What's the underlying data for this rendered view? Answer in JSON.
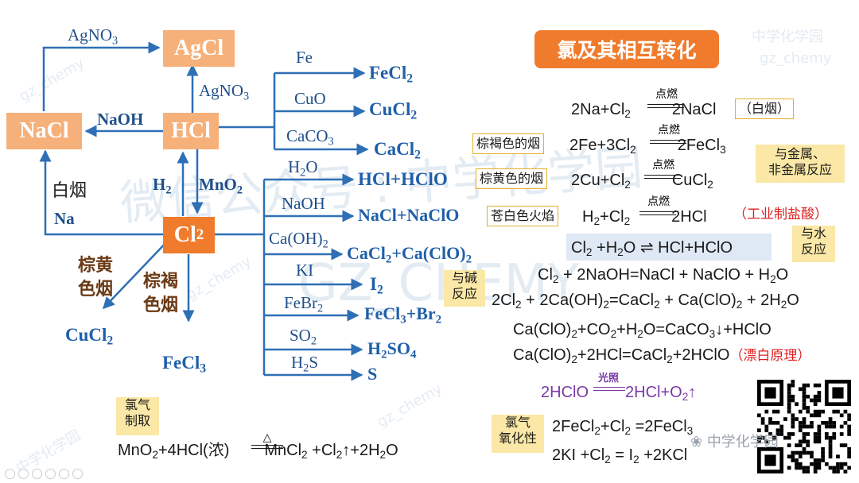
{
  "title": "氯及其相互转化",
  "watermark": {
    "brand": "中学化学园",
    "handle": "gz_chemy",
    "wechat": "微信公众号 : 中学化学园",
    "big": "GZ_CHEMY"
  },
  "colors": {
    "substance_box": "#f6b07a",
    "chlorine_box": "#f07b2c",
    "title_bg": "#f07b2c",
    "arrow": "#2e6fb5",
    "callout": "#fbe8a6",
    "red": "#e02020",
    "purple": "#7a3aa8"
  },
  "nodes": {
    "agcl": "AgCl",
    "nacl": "NaCl",
    "hcl": "HCl",
    "cl2": "Cl",
    "cl2_sub": "2"
  },
  "reagents": {
    "agno3_top": "AgNO",
    "agno3_top_sub": "3",
    "agno3_mid": "AgNO",
    "agno3_mid_sub": "3",
    "naoh": "NaOH",
    "h2": "H",
    "h2_sub": "2",
    "mno2": "MnO",
    "mno2_sub": "2",
    "baiyan": "白烟",
    "na": "Na",
    "zonghuang": "棕黄\n色烟",
    "zonghe": "棕褐\n色烟",
    "cucl2_p": "CuCl",
    "cucl2_p_sub": "2",
    "fecl3_p": "FeCl",
    "fecl3_p_sub": "3"
  },
  "hcl_branches": [
    {
      "reagent": "Fe",
      "product": "FeCl",
      "sub": "2"
    },
    {
      "reagent": "CuO",
      "product": "CuCl",
      "sub": "2"
    },
    {
      "reagent": "CaCO",
      "reagent_sub": "3",
      "product": "CaCl",
      "sub": "2"
    }
  ],
  "cl2_branches": [
    {
      "reagent": "H2O",
      "product": "HCl+HClO"
    },
    {
      "reagent": "NaOH",
      "product": "NaCl+NaClO"
    },
    {
      "reagent": "Ca(OH)2",
      "product": "CaCl2+Ca(ClO)2"
    },
    {
      "reagent": "KI",
      "product": "I2"
    },
    {
      "reagent": "FeBr2",
      "product": "FeCl3+Br2"
    },
    {
      "reagent": "SO2",
      "product": "H2SO4"
    },
    {
      "reagent": "H2S",
      "product": "S"
    }
  ],
  "conditions": {
    "ignite": "点燃",
    "light": "光照",
    "heat": "△"
  },
  "notes": {
    "white_smoke": "（白烟）",
    "brown_smoke_1": "棕褐色的烟",
    "brown_smoke_2": "棕黄色的烟",
    "pale_flame": "苍白色火焰",
    "industrial": "（工业制盐酸）",
    "bleach": "（漂白原理）"
  },
  "callouts": {
    "metal_nonmetal": "与金属、\n非金属反应",
    "water": "与水\n反应",
    "base": "与碱\n反应",
    "preparation": "氯气\n制取",
    "oxidizing": "氯气\n氧化性"
  },
  "equations": {
    "na": "2Na+Cl2 = 2NaCl",
    "fe": "2Fe+3Cl2 = 2FeCl3",
    "cu": "2Cu+Cl2 = CuCl2",
    "h2": "H2+Cl2 = 2HCl",
    "water": "Cl2 +H2O ⇌ HCl+HClO",
    "naoh": "Cl2 + 2NaOH=NaCl + NaClO + H2O",
    "caoh2": "2Cl2 + 2Ca(OH)2=CaCl2 + Ca(ClO)2 + 2H2O",
    "co2": "Ca(ClO)2+CO2+H2O=CaCO3↓+HClO",
    "hcl": "Ca(ClO)2+2HCl=CaCl2+2HClO",
    "hclo": "2HClO = 2HCl+O2↑",
    "prep": "MnO2+4HCl(浓) = MnCl2 +Cl2↑+2H2O",
    "fecl2": "2FeCl2+Cl2 =2FeCl3",
    "ki": "2KI +Cl2 = I2 +2KCl"
  },
  "qr_caption": "中学化学园"
}
